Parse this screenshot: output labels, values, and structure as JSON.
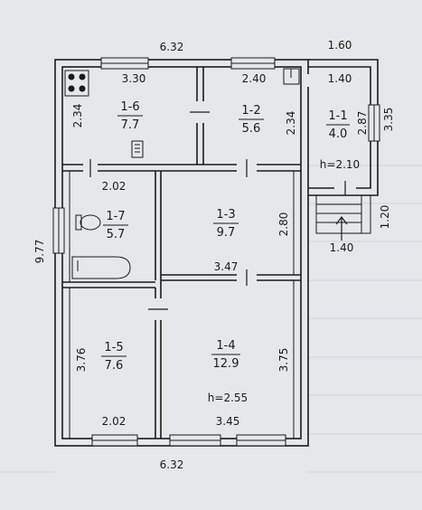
{
  "plan": {
    "overall_width_top": "6.32",
    "overall_width_bottom": "6.32",
    "overall_height": "9.77",
    "annex_width": "1.60",
    "annex_height": "3.35",
    "porch_depth": "1.20",
    "porch_width": "1.40",
    "annex_ceiling": "h=2.10",
    "main_ceiling": "h=2.55"
  },
  "rooms": [
    {
      "id": "1-6",
      "area": "7.7",
      "width": "3.30",
      "height": "2.34"
    },
    {
      "id": "1-2",
      "area": "5.6",
      "width": "2.40",
      "height": "2.34"
    },
    {
      "id": "1-1",
      "area": "4.0",
      "width": "1.40",
      "height": "2.87"
    },
    {
      "id": "1-7",
      "area": "5.7",
      "width": "2.02"
    },
    {
      "id": "1-3",
      "area": "9.7",
      "width": "3.47",
      "height": "2.80"
    },
    {
      "id": "1-5",
      "area": "7.6",
      "width": "2.02",
      "height": "3.76"
    },
    {
      "id": "1-4",
      "area": "12.9",
      "width": "3.45",
      "height": "3.75"
    }
  ]
}
